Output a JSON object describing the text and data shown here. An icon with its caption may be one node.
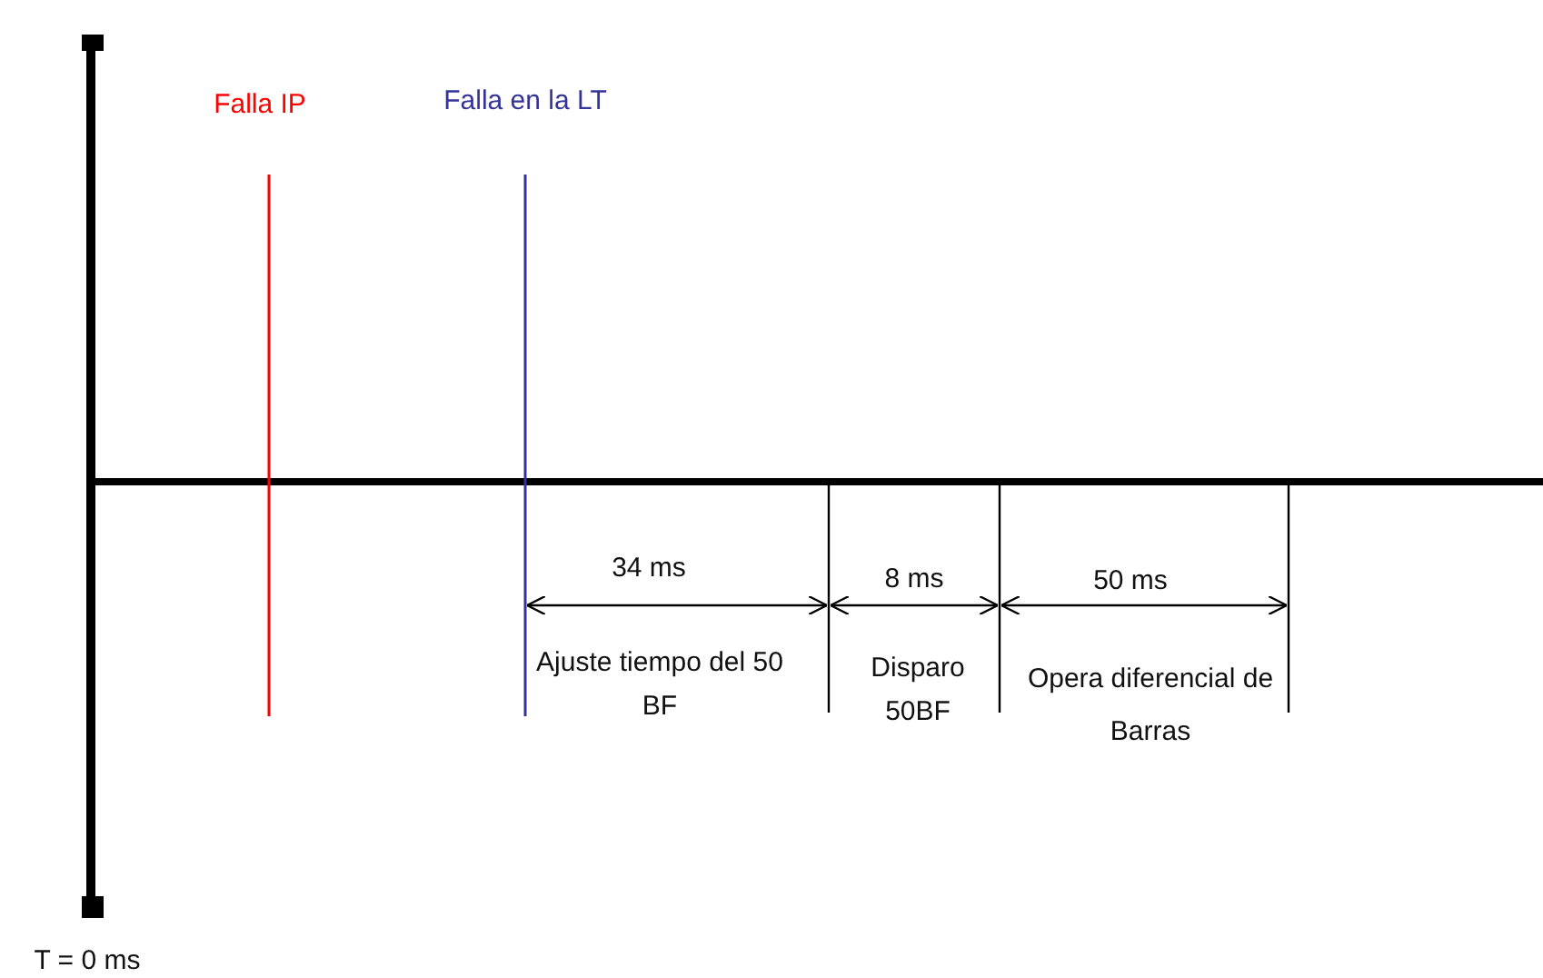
{
  "diagram": {
    "labels": [
      "Falla IP",
      "Falla en la LT",
      "34 ms",
      "8 ms",
      "50 ms",
      "Ajuste tiempo del 50 BF",
      "Disparo 50BF",
      "Opera diferencial de Barras",
      "T = 0 ms"
    ]
  }
}
